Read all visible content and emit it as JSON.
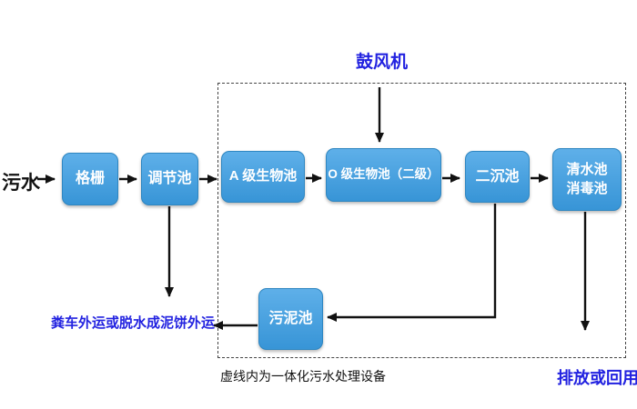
{
  "diagram": {
    "source_label": "污水",
    "blower_label": "鼓风机",
    "nodes": {
      "grid": "格栅",
      "regulating_tank": "调节池",
      "a_bio_tank": "A 级生物池",
      "o_bio_tank": "O 级生物池（二级）",
      "secondary_sedimentation_tank": "二沉池",
      "clear_water_tank_line1": "清水池",
      "clear_water_tank_line2": "消毒池",
      "sludge_tank": "污泥池"
    },
    "annotations": {
      "sludge_disposal": "粪车外运或脱水成泥饼外运",
      "dashed_box_caption": "虚线内为一体化污水处理设备",
      "effluent": "排放或回用"
    },
    "colors": {
      "box_fill": "#3B9EE4",
      "box_border": "#2E86C1",
      "box_text": "#FFFFFF",
      "accent_blue": "#2222E0",
      "line_color": "#111111",
      "text_color": "#111111"
    }
  }
}
